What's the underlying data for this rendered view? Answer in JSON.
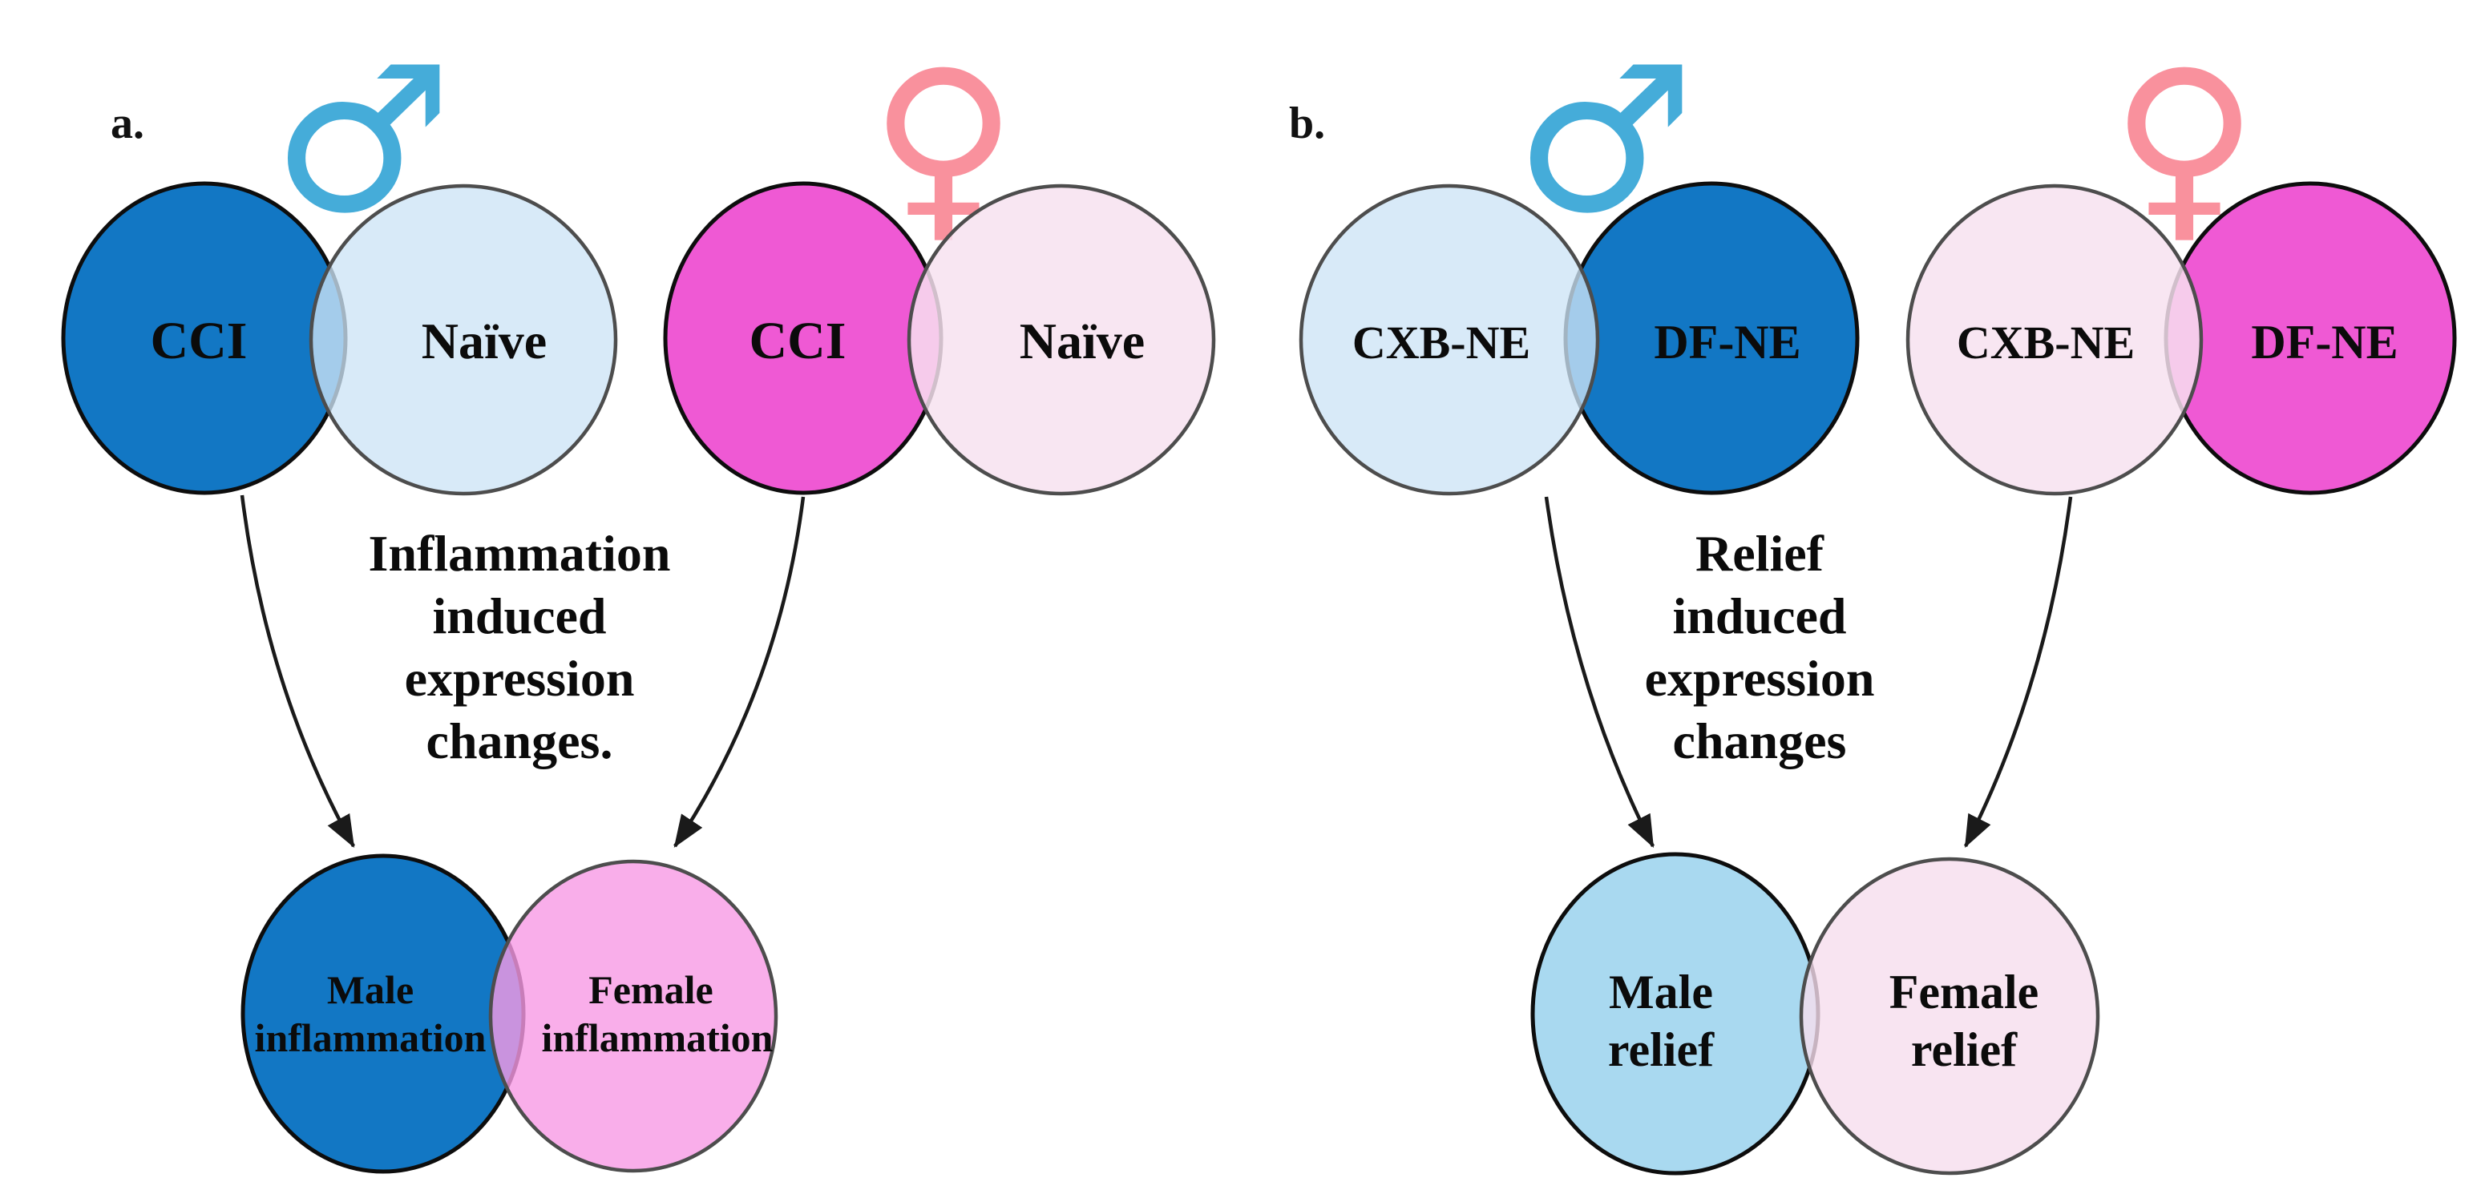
{
  "figure": {
    "colors": {
      "dark_blue": "#1277c4",
      "light_blue": "#cde4f6",
      "magenta": "#ef59d4",
      "light_pink": "#f7e1ef",
      "inflammation_pink": "#f79ae5",
      "relief_blue": "#a9d9f0",
      "relief_pink": "#f6dded",
      "male_symbol": "#45acd9",
      "female_symbol": "#f9919d"
    },
    "panel_a": {
      "label": "a.",
      "male_symbol": "♂",
      "female_symbol": "♀",
      "male_venn": {
        "left_label": "CCI",
        "right_label": "Naïve"
      },
      "female_venn": {
        "left_label": "CCI",
        "right_label": "Naïve"
      },
      "caption": {
        "line1": "Inflammation",
        "line2": "induced",
        "line3": "expression",
        "line4": "changes."
      },
      "bottom_venn": {
        "left_line1": "Male",
        "left_line2": "inflammation",
        "right_line1": "Female",
        "right_line2": "inflammation"
      }
    },
    "panel_b": {
      "label": "b.",
      "male_symbol": "♂",
      "female_symbol": "♀",
      "male_venn": {
        "left_label": "CXB-NE",
        "right_label": "DF-NE"
      },
      "female_venn": {
        "left_label": "CXB-NE",
        "right_label": "DF-NE"
      },
      "caption": {
        "line1": "Relief",
        "line2": "induced",
        "line3": "expression",
        "line4": "changes"
      },
      "bottom_venn": {
        "left_line1": "Male",
        "left_line2": "relief",
        "right_line1": "Female",
        "right_line2": "relief"
      }
    }
  }
}
